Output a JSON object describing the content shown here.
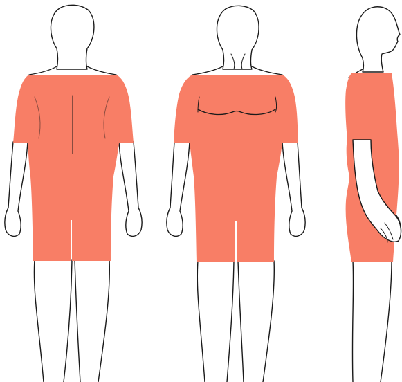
{
  "figure": {
    "views": [
      {
        "id": "back",
        "name": "back-view"
      },
      {
        "id": "front",
        "name": "front-view"
      },
      {
        "id": "side",
        "name": "side-view"
      }
    ]
  },
  "colors": {
    "garment": "#f87e66",
    "outline": "#1a1a1a",
    "background": "#ffffff"
  },
  "garment": {
    "coverage": [
      "shoulders",
      "upper-arms",
      "torso",
      "upper-thighs"
    ]
  }
}
